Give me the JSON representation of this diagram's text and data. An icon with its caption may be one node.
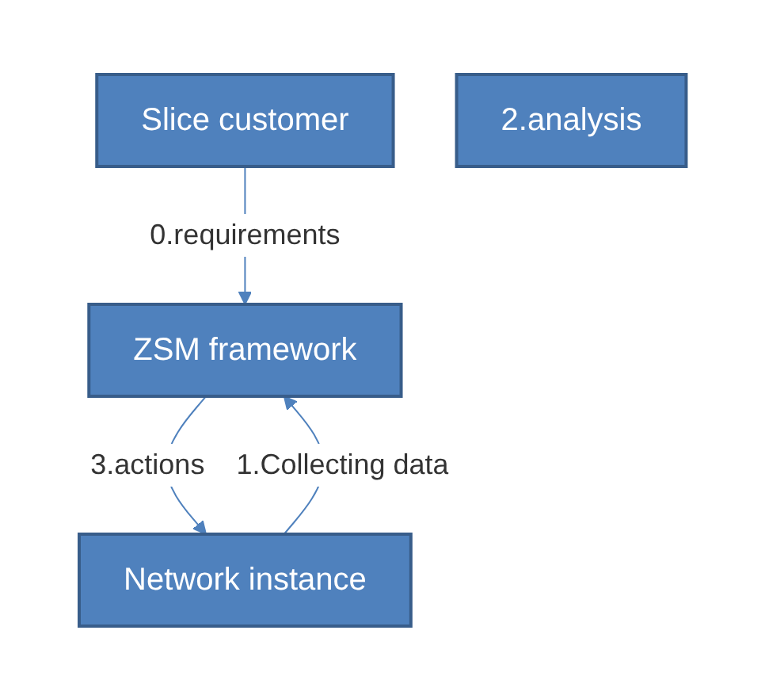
{
  "diagram": {
    "nodes": [
      {
        "text": [
          "Slice customer"
        ]
      },
      {
        "text": [
          "ZSM framework"
        ]
      },
      {
        "text": [
          "2.analysis"
        ]
      },
      {
        "text": [
          "Network instance"
        ]
      }
    ],
    "edges": [
      {
        "from": 0,
        "to": 1,
        "arrow": "to",
        "label": "0.requirements"
      },
      {
        "from": 3,
        "to": 1,
        "arrow": "to",
        "label": "1.Collecting data"
      },
      {
        "from": 1,
        "to": 3,
        "arrow": "to",
        "label": "3.actions"
      }
    ]
  }
}
